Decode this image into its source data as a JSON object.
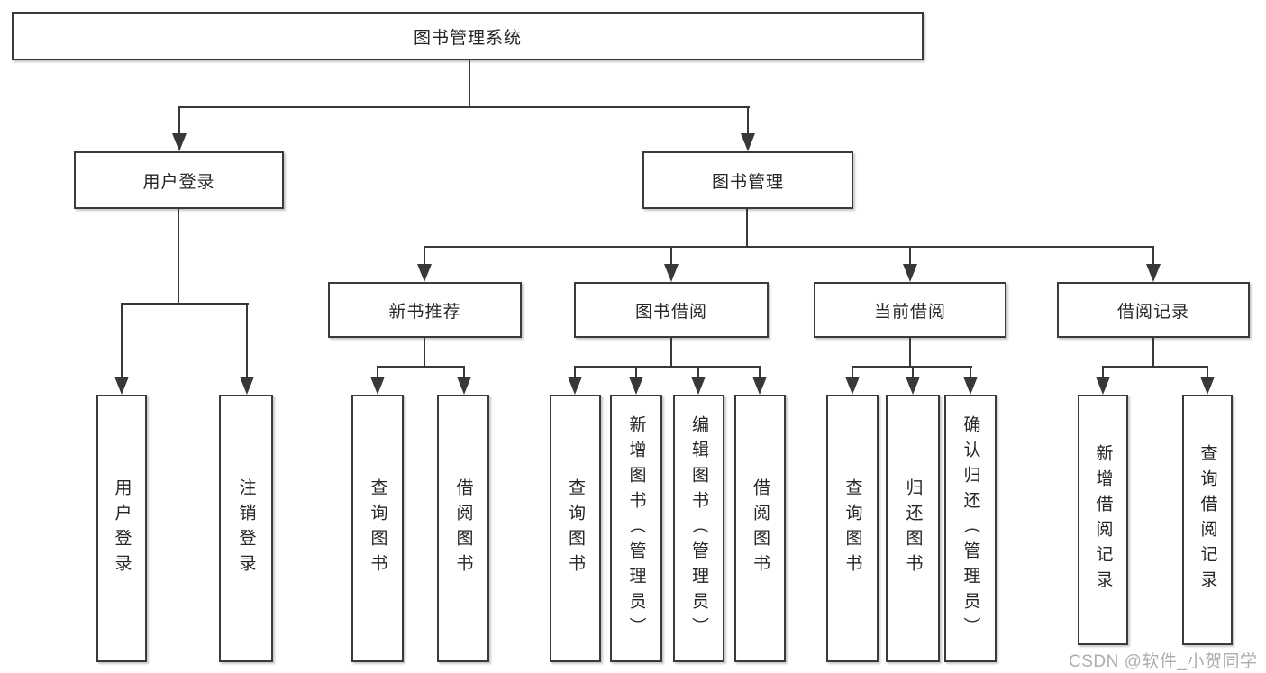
{
  "tree": {
    "root": "图书管理系统",
    "children": [
      {
        "label": "用户登录",
        "children": [
          "用户登录",
          "注销登录"
        ]
      },
      {
        "label": "图书管理",
        "children": [
          {
            "label": "新书推荐",
            "children": [
              "查询图书",
              "借阅图书"
            ]
          },
          {
            "label": "图书借阅",
            "children": [
              "查询图书",
              "新增图书（管理员）",
              "编辑图书（管理员）",
              "借阅图书"
            ]
          },
          {
            "label": "当前借阅",
            "children": [
              "查询图书",
              "归还图书",
              "确认归还（管理员）"
            ]
          },
          {
            "label": "借阅记录",
            "children": [
              "新增借阅记录",
              "查询借阅记录"
            ]
          }
        ]
      }
    ]
  },
  "watermark": {
    "text": "CSDN @软件_小贺同学"
  },
  "colors": {
    "line": "#383838",
    "box_border": "#3a3a3a",
    "text": "#262626",
    "watermark": "#adadad",
    "background": "#ffffff"
  }
}
